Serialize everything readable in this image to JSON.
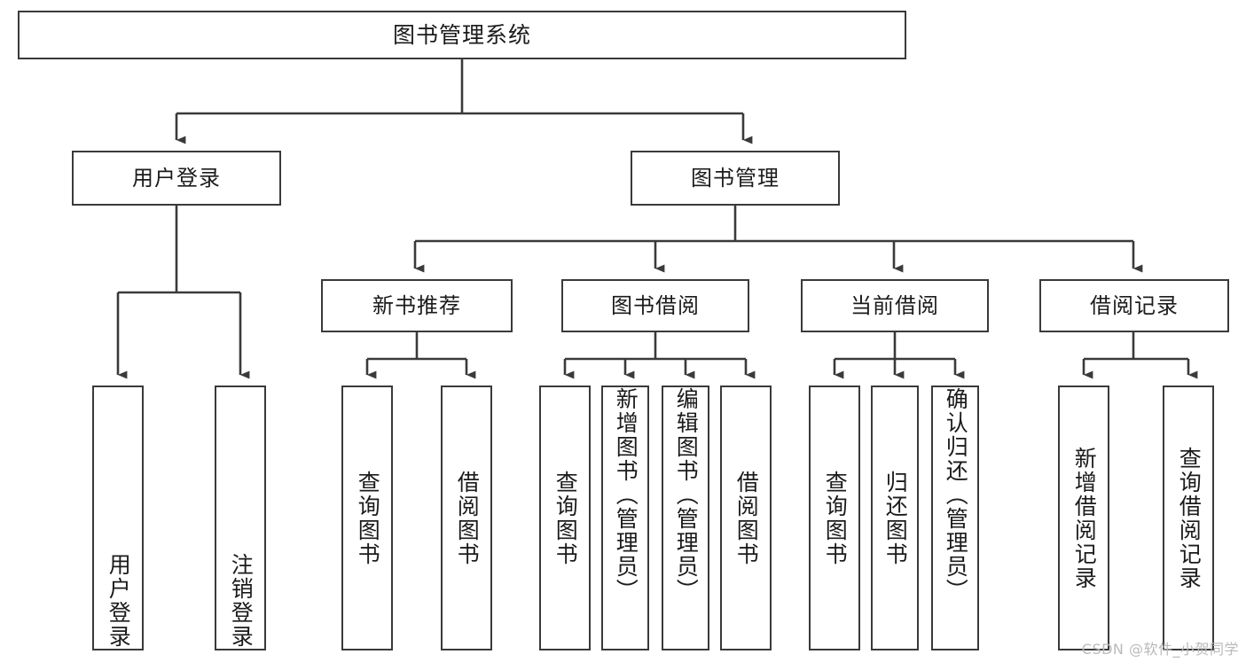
{
  "diagram": {
    "title": "图书管理系统",
    "type": "tree",
    "root": {
      "label": "图书管理系统"
    },
    "level2": [
      {
        "label": "用户登录"
      },
      {
        "label": "图书管理"
      }
    ],
    "level3": [
      {
        "label": "新书推荐"
      },
      {
        "label": "图书借阅"
      },
      {
        "label": "当前借阅"
      },
      {
        "label": "借阅记录"
      }
    ],
    "leaves": [
      {
        "label": "用户登录",
        "parent": "用户登录"
      },
      {
        "label": "注销登录",
        "parent": "用户登录"
      },
      {
        "label": "查询图书",
        "parent": "新书推荐"
      },
      {
        "label": "借阅图书",
        "parent": "新书推荐"
      },
      {
        "label": "查询图书",
        "parent": "图书借阅"
      },
      {
        "label": "新增图书（管理员）",
        "parent": "图书借阅"
      },
      {
        "label": "编辑图书（管理员）",
        "parent": "图书借阅"
      },
      {
        "label": "借阅图书",
        "parent": "图书借阅"
      },
      {
        "label": "查询图书",
        "parent": "当前借阅"
      },
      {
        "label": "归还图书",
        "parent": "当前借阅"
      },
      {
        "label": "确认归还（管理员）",
        "parent": "当前借阅"
      },
      {
        "label": "新增借阅记录",
        "parent": "借阅记录"
      },
      {
        "label": "查询借阅记录",
        "parent": "借阅记录"
      }
    ],
    "colors": {
      "stroke": "#3a3a3a",
      "background": "#ffffff",
      "text": "#1b1b1b",
      "watermark": "#b9b9b9"
    }
  },
  "watermark": {
    "text": "CSDN @软件_小贺同学"
  }
}
